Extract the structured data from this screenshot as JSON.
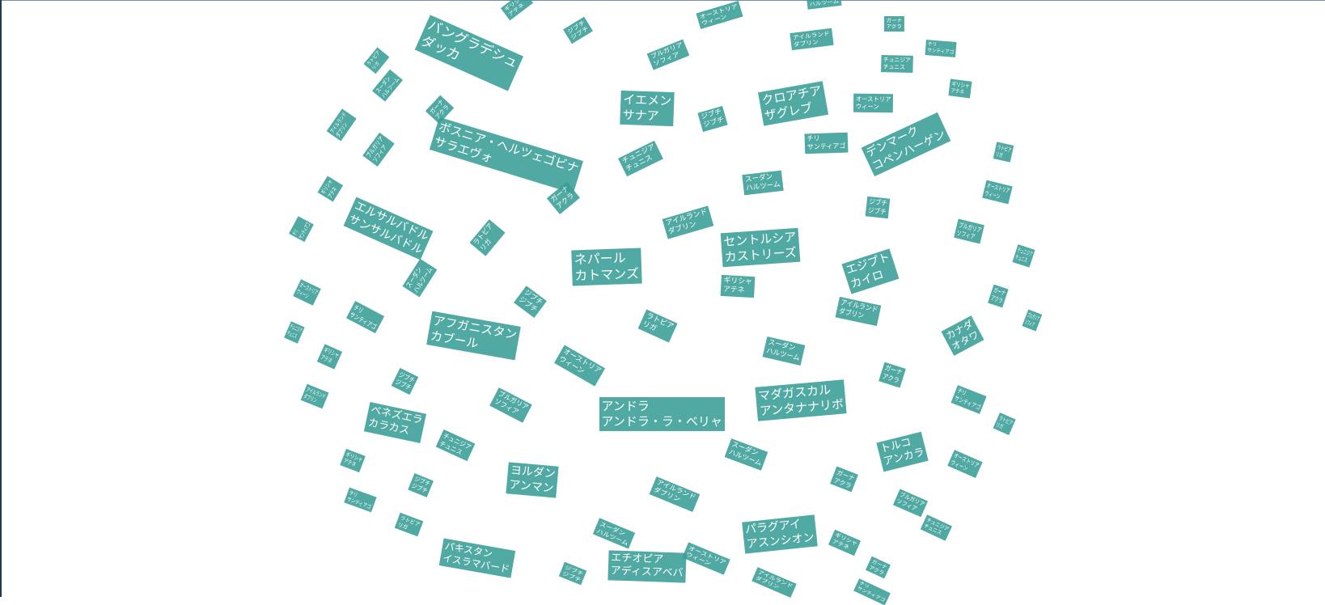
{
  "accent_color": "#3a9e97",
  "card_opacity": 0.88,
  "countries": [
    {
      "name": "バングラデシュ",
      "capital": "ダッカ"
    },
    {
      "name": "ボスニア・ヘルツェゴビナ",
      "capital": "サラエヴォ"
    },
    {
      "name": "イエメン",
      "capital": "サナア"
    },
    {
      "name": "クロアチア",
      "capital": "ザグレブ"
    },
    {
      "name": "デンマーク",
      "capital": "コペンハーゲン"
    },
    {
      "name": "エルサルバドル",
      "capital": "サンサルバドル"
    },
    {
      "name": "ネパール",
      "capital": "カトマンズ"
    },
    {
      "name": "セントルシア",
      "capital": "カストリーズ"
    },
    {
      "name": "エジプト",
      "capital": "カイロ"
    },
    {
      "name": "アフガニスタン",
      "capital": "カブール"
    },
    {
      "name": "カナダ",
      "capital": "オタワ"
    },
    {
      "name": "アンドラ",
      "capital": "アンドラ・ラ・ベリャ"
    },
    {
      "name": "マダガスカル",
      "capital": "アンタナナリボ"
    },
    {
      "name": "ベネズエラ",
      "capital": "カラカス"
    },
    {
      "name": "ヨルダン",
      "capital": "アンマン"
    },
    {
      "name": "トルコ",
      "capital": "アンカラ"
    },
    {
      "name": "パキスタン",
      "capital": "イスラマバード"
    },
    {
      "name": "エチオピア",
      "capital": "アディスアベバ"
    },
    {
      "name": "パラグアイ",
      "capital": "アスンシオン"
    },
    {
      "name": "チリ",
      "capital": "サンティアゴ"
    },
    {
      "name": "アイルランド",
      "capital": "ダブリン"
    },
    {
      "name": "ジブチ",
      "capital": "ジブチ"
    },
    {
      "name": "ガーナ",
      "capital": "アクラ"
    },
    {
      "name": "オーストリア",
      "capital": "ウィーン"
    },
    {
      "name": "ギリシャ",
      "capital": "アテネ"
    },
    {
      "name": "スーダン",
      "capital": "ハルツーム"
    },
    {
      "name": "チュニジア",
      "capital": "チュニス"
    },
    {
      "name": "ラトビア",
      "capital": "リガ"
    },
    {
      "name": "ブルガリア",
      "capital": "ソフィア"
    }
  ]
}
